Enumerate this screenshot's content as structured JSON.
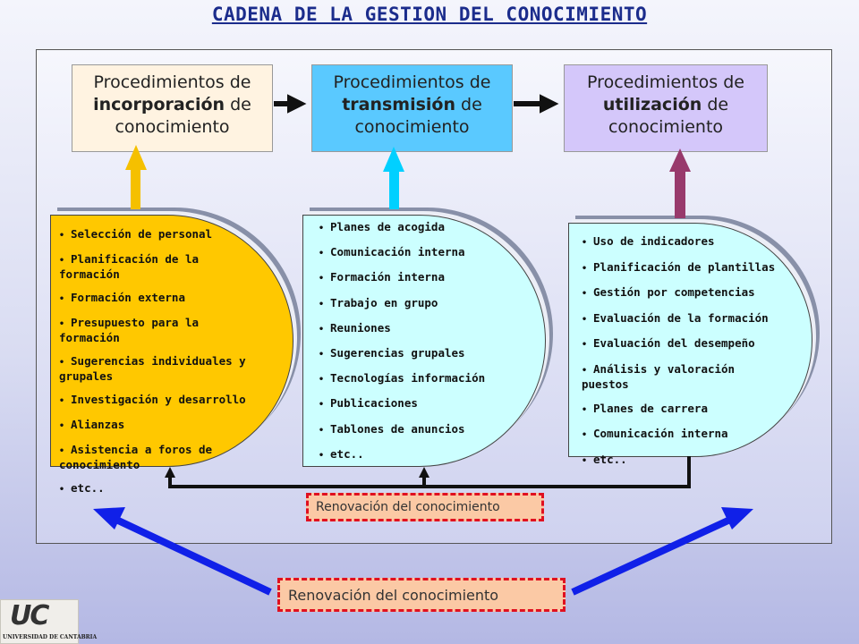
{
  "title": "CADENA DE LA GESTION DEL CONOCIMIENTO",
  "procedures": [
    {
      "line1": "Procedimientos de",
      "keyword": "incorporación",
      "after": " de",
      "line3": "conocimiento",
      "color": "#fff3e1"
    },
    {
      "line1": "Procedimientos de",
      "keyword": "transmisión",
      "after": " de",
      "line3": "conocimiento",
      "color": "#5ac9ff"
    },
    {
      "line1": "Procedimientos de",
      "keyword": "utilización",
      "after": " de",
      "line3": "conocimiento",
      "color": "#d4c7fa"
    }
  ],
  "lists": [
    [
      "Selección de personal",
      "Planificación de la formación",
      "Formación externa",
      "Presupuesto para la formación",
      "Sugerencias individuales y grupales",
      "Investigación y desarrollo",
      "Alianzas",
      "Asistencia a foros de conocimiento",
      "etc.."
    ],
    [
      "Planes de acogida",
      "Comunicación interna",
      "Formación interna",
      "Trabajo en grupo",
      "Reuniones",
      "Sugerencias grupales",
      "Tecnologías información",
      "Publicaciones",
      "Tablones de anuncios",
      "etc.."
    ],
    [
      "Uso de indicadores",
      "Planificación de plantillas",
      "Gestión por competencias",
      "Evaluación de la formación",
      "Evaluación del desempeño",
      "Análisis y valoración puestos",
      "Planes de carrera",
      "Comunicación interna",
      "etc.."
    ]
  ],
  "renewal_inner": "Renovación del conocimiento",
  "renewal_outer": "Renovación del conocimiento",
  "logo": {
    "mark": "UC",
    "text": "UNIVERSIDAD DE CANTABRIA"
  },
  "colors": {
    "yellow_arrow": "#f5c000",
    "cyan_arrow": "#00d0ff",
    "purple_arrow": "#983a6c",
    "blue_arrow": "#1020e8",
    "title": "#1b2c8c"
  }
}
